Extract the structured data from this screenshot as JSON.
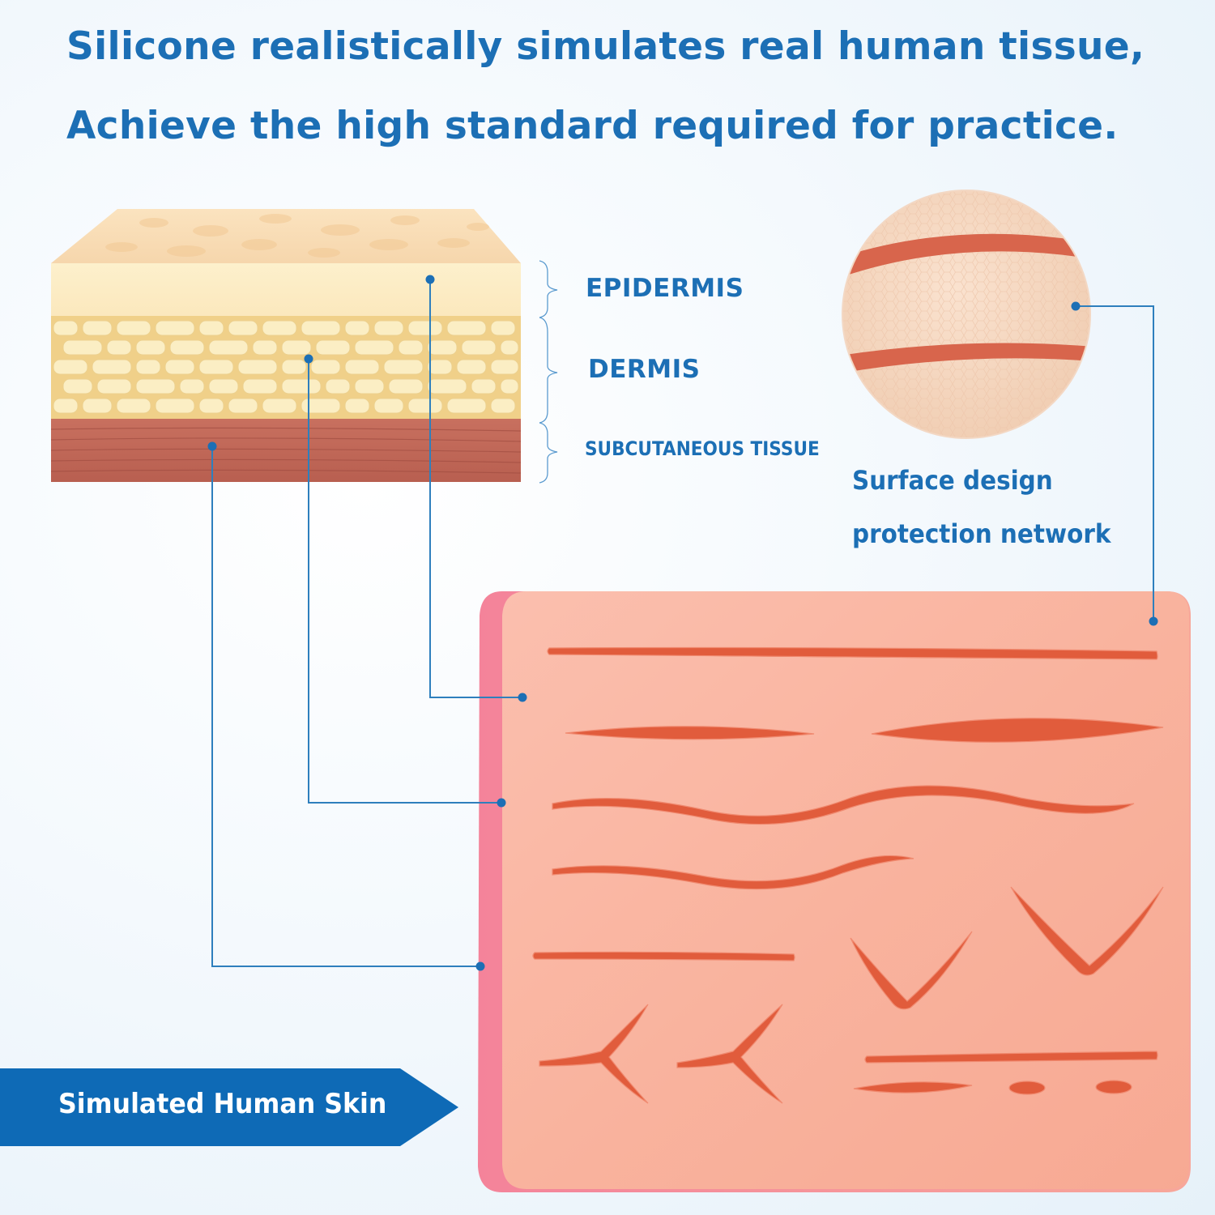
{
  "headline": {
    "line1": "Silicone realistically simulates real human tissue,",
    "line2": "Achieve the high standard required for practice."
  },
  "layers": {
    "epidermis": "EPIDERMIS",
    "dermis": "DERMIS",
    "subcutaneous": "SUBCUTANEOUS TISSUE"
  },
  "surface": {
    "line1": "Surface design",
    "line2": "protection network"
  },
  "banner": {
    "label": "Simulated Human Skin"
  },
  "colors": {
    "accent": "#1c6fb5",
    "banner": "#0e6ab6",
    "skin": "#f8b4a0",
    "incision": "#e0664a"
  }
}
